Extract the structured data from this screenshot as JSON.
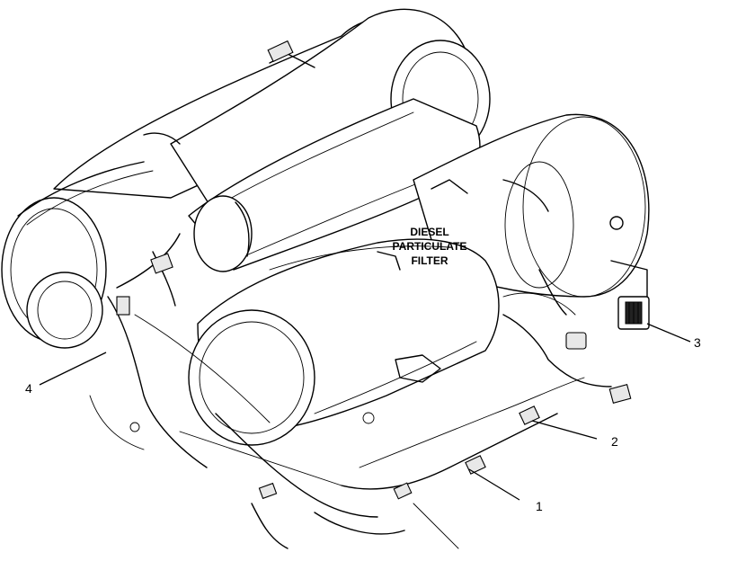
{
  "diagram": {
    "center_label": [
      "DIESEL",
      "PARTICULATE",
      "FILTER"
    ],
    "callouts": [
      {
        "id": "1",
        "text": "1"
      },
      {
        "id": "2",
        "text": "2"
      },
      {
        "id": "3",
        "text": "3"
      },
      {
        "id": "4",
        "text": "4"
      }
    ],
    "colors": {
      "ink": "#000000",
      "paper": "#ffffff"
    }
  }
}
